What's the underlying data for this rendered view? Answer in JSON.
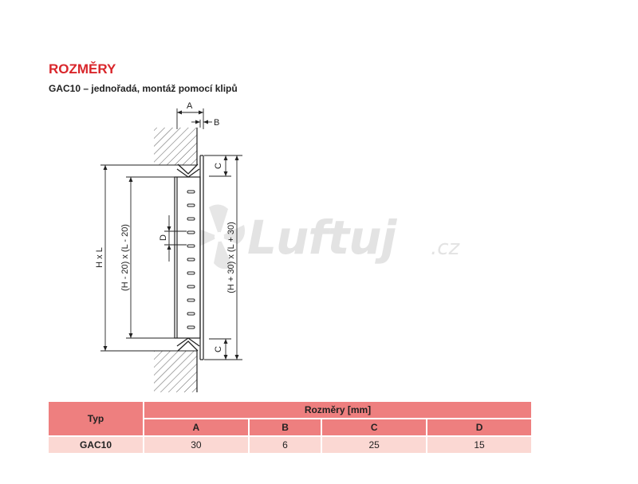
{
  "heading": "ROZMĚRY",
  "subheading": "GAC10 – jednořadá, montáž pomocí klipů",
  "drawing": {
    "label_a": "A",
    "label_b": "B",
    "label_c_top": "C",
    "label_c_bottom": "C",
    "label_d": "D",
    "label_hl": "H x L",
    "label_inner": "(H - 20) x (L - 20)",
    "label_outer": "(H + 30) x (L + 30)"
  },
  "watermark": {
    "text": "Luftuj",
    "suffix": ".cz"
  },
  "table": {
    "header_typ": "Typ",
    "header_group": "Rozměry [mm]",
    "columns": [
      "A",
      "B",
      "C",
      "D"
    ],
    "rows": [
      {
        "typ": "GAC10",
        "values": [
          "30",
          "6",
          "25",
          "15"
        ]
      }
    ]
  },
  "colors": {
    "heading": "#d9262b",
    "table_header": "#ee7f7f",
    "table_row": "#fbd8d3"
  }
}
